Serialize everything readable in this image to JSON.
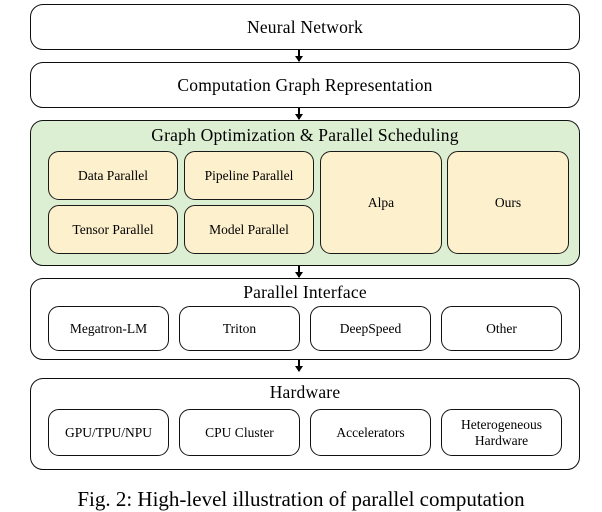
{
  "figure": {
    "caption": "Fig. 2: High-level illustration of parallel computation"
  },
  "colors": {
    "green_band": "#ddefd3",
    "cream_box": "#fdf0cd",
    "white_box": "#ffffff",
    "stroke": "#111111"
  },
  "stages": {
    "neural_network": {
      "title": "Neural Network"
    },
    "computation_graph": {
      "title": "Computation Graph Representation"
    },
    "graph_optimization": {
      "title": "Graph Optimization & Parallel Scheduling",
      "strategies": [
        {
          "label": "Data Parallel"
        },
        {
          "label": "Pipeline Parallel"
        },
        {
          "label": "Tensor Parallel"
        },
        {
          "label": "Model Parallel"
        }
      ],
      "systems": [
        {
          "label": "Alpa"
        },
        {
          "label": "Ours"
        }
      ]
    },
    "parallel_interface": {
      "title": "Parallel Interface",
      "items": [
        {
          "label": "Megatron-LM"
        },
        {
          "label": "Triton"
        },
        {
          "label": "DeepSpeed"
        },
        {
          "label": "Other"
        }
      ]
    },
    "hardware": {
      "title": "Hardware",
      "items": [
        {
          "label": "GPU/TPU/NPU"
        },
        {
          "label": "CPU Cluster"
        },
        {
          "label": "Accelerators"
        },
        {
          "label": "Heterogeneous Hardware"
        }
      ]
    }
  }
}
